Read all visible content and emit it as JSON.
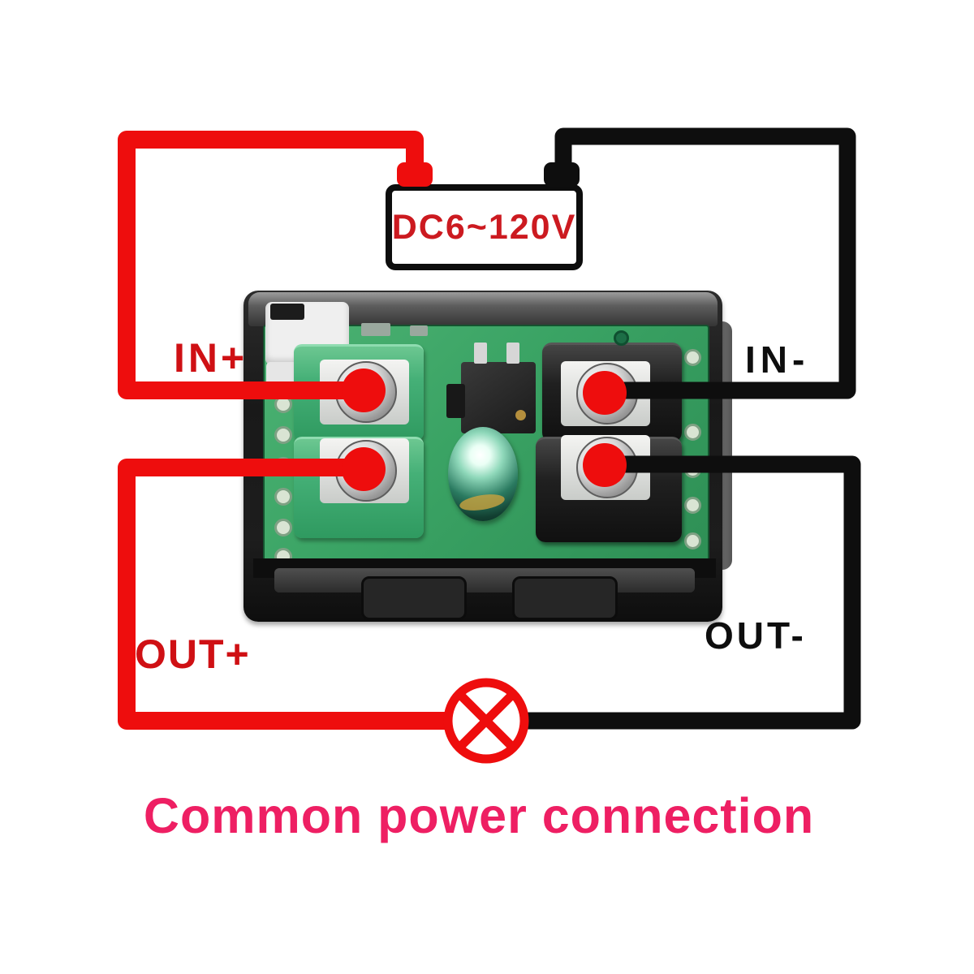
{
  "caption": "Common power connection",
  "power_source": {
    "label": "DC6~120V",
    "positive_terminal": "red-cap",
    "negative_terminal": "black-cap"
  },
  "wire_labels": {
    "in_plus": "IN+",
    "in_minus": "IN-",
    "out_plus": "OUT+",
    "out_minus": "OUT-"
  },
  "module": {
    "type": "voltmeter-pcb-module",
    "input_terminals": 2,
    "output_terminals": 2
  },
  "load_symbol": "lamp (circle with X cross)",
  "colors": {
    "positive_wire_red": "#ee0d0d",
    "negative_wire_black": "#0e0e0e",
    "dc_label_red": "#cc1a20",
    "in_out_label_red": "#cf1014",
    "caption_pink": "#ee1f63",
    "pcb_green": "#3aa364",
    "terminal_green": "#45b077",
    "case_black": "#1d1d1d",
    "connection_dot_red": "#ee0d0d"
  }
}
